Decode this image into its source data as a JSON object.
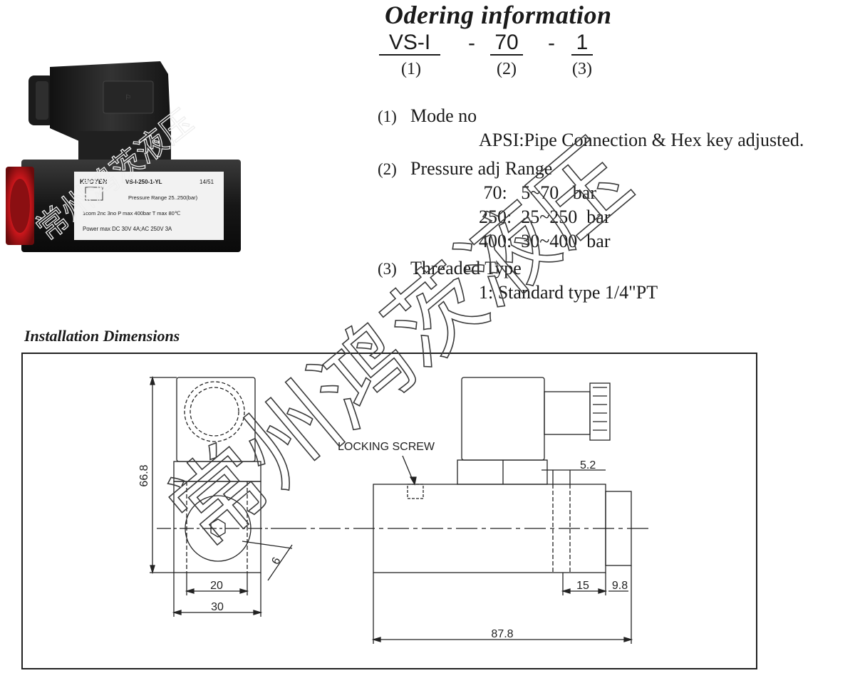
{
  "ordering": {
    "title": "Odering information",
    "code": [
      {
        "value": "VS-I",
        "index": "(1)"
      },
      {
        "value": "-",
        "index": ""
      },
      {
        "value": "70",
        "index": "(2)"
      },
      {
        "value": "-",
        "index": ""
      },
      {
        "value": "1",
        "index": "(3)"
      }
    ]
  },
  "options": [
    {
      "num": "(1)",
      "label": "Mode no",
      "details": [
        "APSI:Pipe Connection & Hex key adjusted."
      ]
    },
    {
      "num": "(2)",
      "label": "Pressure adj Range",
      "details": [
        " 70:   5~70   bar",
        "250:  25~250  bar",
        "400:  30~400  bar"
      ]
    },
    {
      "num": "(3)",
      "label": "Threaded Type",
      "details": [
        "1: Standard type 1/4\"PT"
      ]
    }
  ],
  "product_label": {
    "brand": "KUOYEN",
    "model": "VS-I-250-1-YL",
    "rev": "14/51",
    "range": "Pressure Range 25..250(bar)",
    "spec1": "1com 2nc 3no  P max 400bar  T max  80℃",
    "spec2": "Power max DC 30V 4A;AC 250V 3A"
  },
  "installation": {
    "title": "Installation Dimensions",
    "labels": {
      "height": "66.8",
      "w20": "20",
      "w30": "30",
      "hex": "6",
      "locking": "LOCKING SCREW",
      "d52": "5.2",
      "d15": "15",
      "d98": "9.8",
      "total": "87.8"
    }
  },
  "watermark": "常州鸿茨液压"
}
